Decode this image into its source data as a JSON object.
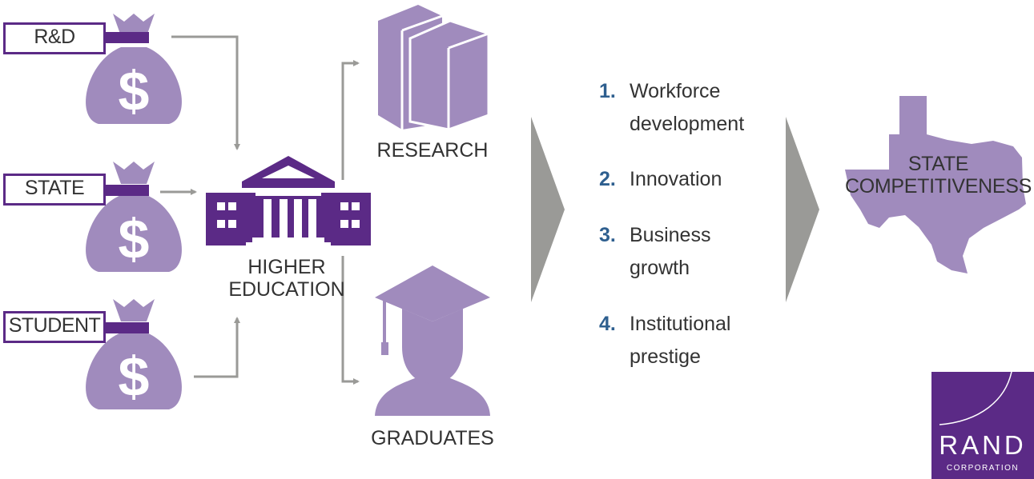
{
  "funding": {
    "rd_label": "R&D",
    "state_label": "STATE",
    "student_label": "STUDENT"
  },
  "institution": {
    "line1": "HIGHER",
    "line2": "EDUCATION"
  },
  "outputs": {
    "research": "RESEARCH",
    "graduates": "GRADUATES"
  },
  "benefits": [
    {
      "num": "1.",
      "line1": "Workforce",
      "line2": "development"
    },
    {
      "num": "2.",
      "line1": "Innovation",
      "line2": ""
    },
    {
      "num": "3.",
      "line1": "Business",
      "line2": "growth"
    },
    {
      "num": "4.",
      "line1": "Institutional",
      "line2": "prestige"
    }
  ],
  "outcome": {
    "line1": "STATE",
    "line2": "COMPETITIVENESS"
  },
  "logo": {
    "name": "RAND",
    "subtitle": "CORPORATION"
  },
  "colors": {
    "bag": "#a08bbd",
    "dark_purple": "#5b2a86",
    "arrow_gray": "#9a9a97",
    "number_blue": "#2e5f8f"
  }
}
